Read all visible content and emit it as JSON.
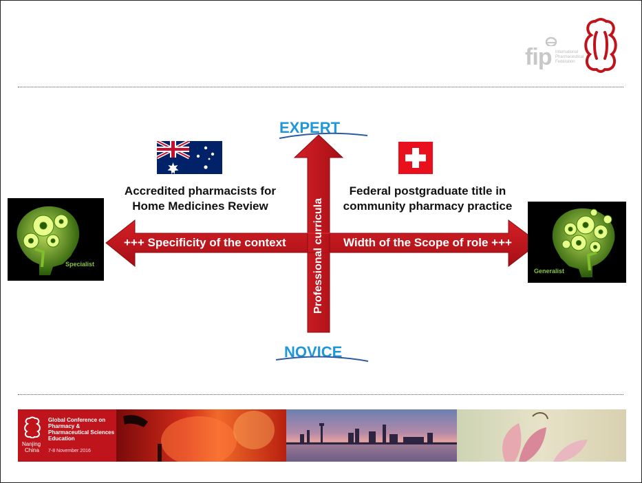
{
  "header": {
    "fip_logo_text": "fip",
    "fip_logo_subtext": "International Pharmaceutical Federation"
  },
  "axis": {
    "top_label": "EXPERT",
    "bottom_label": "NOVICE",
    "vertical_arrow_text": "Professional curricula",
    "left_arrow_text": "+++ Specificity of the context",
    "right_arrow_text": "Width of the Scope of role +++"
  },
  "left_panel": {
    "flag_icon": "australia-flag-icon",
    "caption_line1": "Accredited pharmacists for",
    "caption_line2": "Home Medicines Review",
    "image_caption": "Specialist"
  },
  "right_panel": {
    "flag_icon": "switzerland-flag-icon",
    "caption_line1": "Federal postgraduate title in",
    "caption_line2": "community pharmacy practice",
    "image_caption": "Generalist"
  },
  "footer": {
    "conference_line1": "Global Conference on",
    "conference_line2": "Pharmacy &",
    "conference_line3": "Pharmaceutical Sciences",
    "conference_line4": "Education",
    "city": "Nanjing",
    "country": "China",
    "dates": "7-8 November 2016"
  },
  "colors": {
    "arrow_red": "#c0141c",
    "level_blue": "#1f97d9",
    "head_green": "#8bc53f"
  }
}
